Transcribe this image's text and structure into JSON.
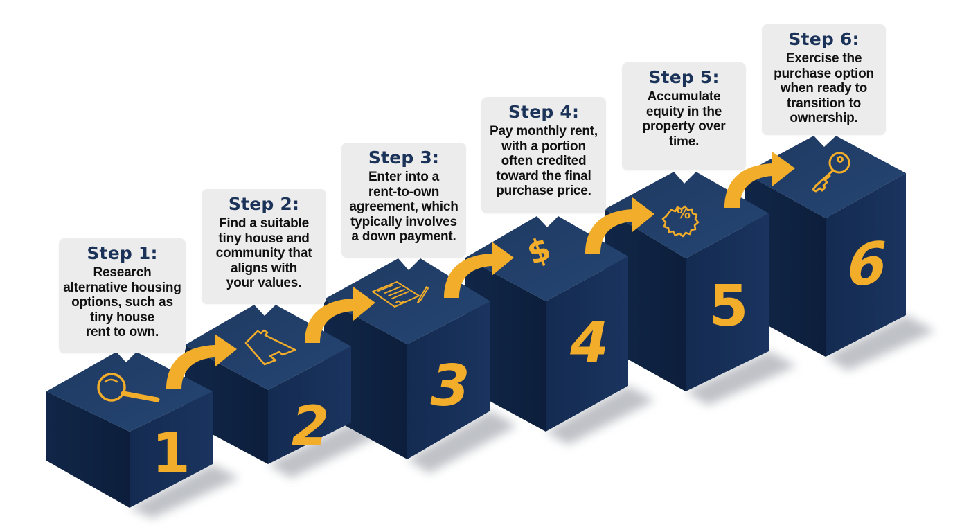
{
  "diagram": {
    "type": "staircase-process",
    "colors": {
      "cube_top": "#213f68",
      "cube_left": "#0f2344",
      "cube_right": "#17305a",
      "accent": "#f2ad2b",
      "callout_bg": "#ececec",
      "title_text": "#1b3358",
      "body_text": "#111111"
    },
    "steps": [
      {
        "number": "1",
        "title": "Step 1:",
        "text": "Research\nalternative housing\noptions, such as\ntiny house\nrent to own.",
        "icon": "magnifying-glass-icon"
      },
      {
        "number": "2",
        "title": "Step 2:",
        "text": "Find a suitable\ntiny house and\ncommunity that\naligns with\nyour values.",
        "icon": "house-icon"
      },
      {
        "number": "3",
        "title": "Step 3:",
        "text": "Enter into a\nrent-to-own\nagreement, which\ntypically involves\na down payment.",
        "icon": "contract-signature-icon"
      },
      {
        "number": "4",
        "title": "Step 4:",
        "text": "Pay monthly rent,\nwith a portion\noften credited\ntoward the final\npurchase price.",
        "icon": "dollar-sign-icon"
      },
      {
        "number": "5",
        "title": "Step 5:",
        "text": "Accumulate\nequity in the\nproperty over\ntime.",
        "icon": "percent-badge-icon"
      },
      {
        "number": "6",
        "title": "Step 6:",
        "text": "Exercise the\npurchase option\nwhen ready to\ntransition to\nownership.",
        "icon": "key-icon"
      }
    ]
  }
}
